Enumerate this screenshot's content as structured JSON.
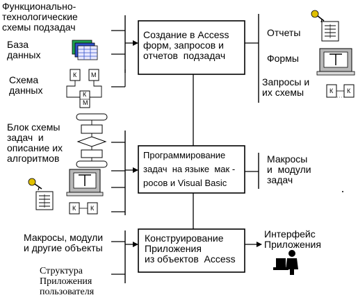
{
  "inputs": {
    "functional_schemes": "Функционально-\nтехнологические\nсхемы подзадач",
    "database": "База\nданных",
    "data_schema": "Схема\nданных",
    "block_scheme": "Блок схемы\nзадач  и\nописание их\nалгоритмов",
    "macros_modules_other": "Макросы, модули\nи другие объекты",
    "app_structure": "Структура\nПриложения\nпользователя"
  },
  "processes": {
    "create_forms": "Создание в Access\nформ, запросов и\nотчетов  подзадач",
    "programming": "Программирование\nзадач  на языке  мак -\nросов и Visual Basic",
    "constructing": "Конструирование\nПриложения\nиз объектов  Access"
  },
  "outputs": {
    "reports": "Отчеты",
    "forms": "Формы",
    "queries": "Запросы и\nих схемы",
    "macros_modules": "Макросы\nи  модули\nзадач",
    "app_interface": "Интерфейс\nПриложения"
  },
  "icon_letters": {
    "k": "К",
    "m": "М"
  },
  "colors": {
    "line": "#000000",
    "key": "#e0c000",
    "db_blue": "#3050c8",
    "db_green": "#20a050",
    "screen_grey": "#b8b8b8"
  }
}
